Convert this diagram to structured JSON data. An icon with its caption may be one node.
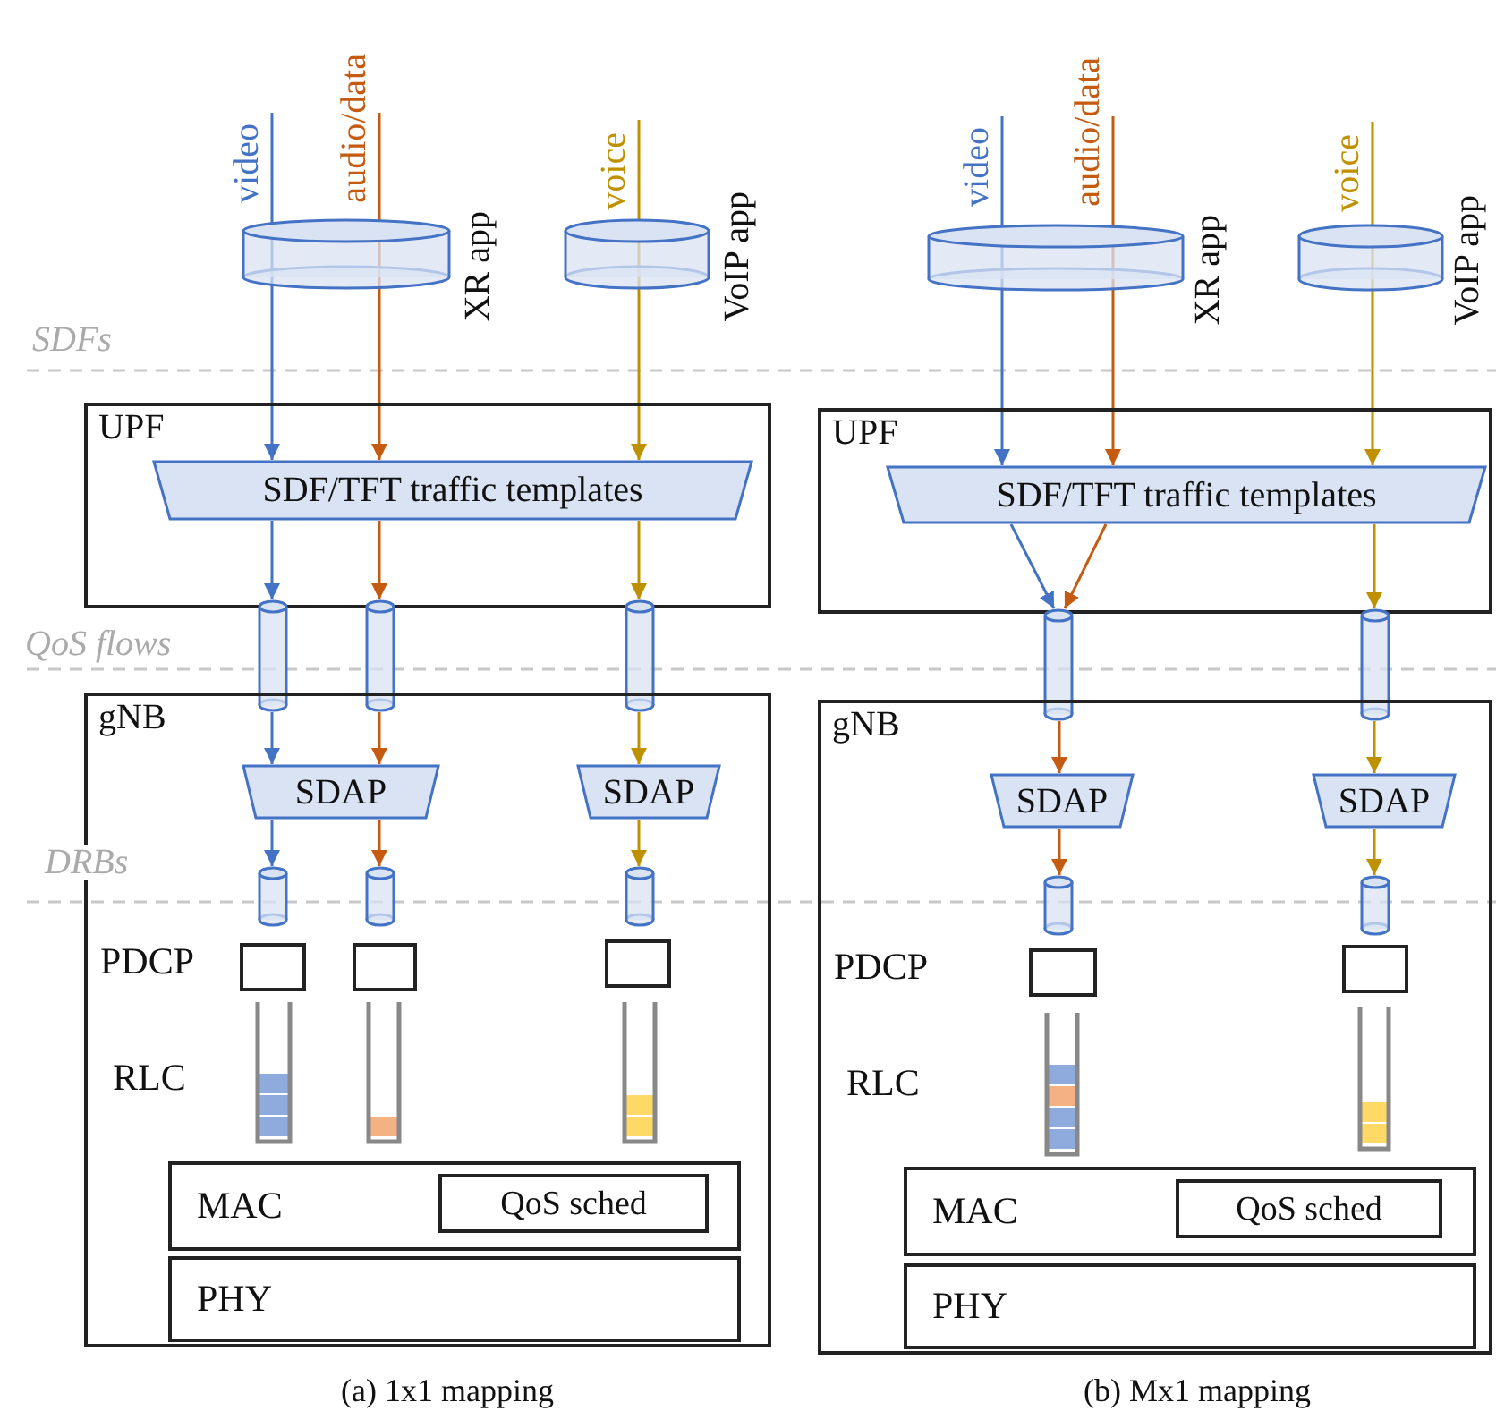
{
  "diagram": {
    "nodes": [
      {
        "text": [],
        "shape": "cylinder",
        "beside": [
          "XR app"
        ]
      },
      {
        "text": [],
        "shape": "cylinder",
        "beside": [
          "VoIP app"
        ]
      },
      {
        "text": [
          "UPF"
        ]
      },
      {
        "text": [
          "SDF/TFT traffic templates"
        ],
        "in": 2
      },
      {
        "text": [],
        "shape": "cylinder"
      },
      {
        "text": [],
        "shape": "cylinder"
      },
      {
        "text": [],
        "shape": "cylinder"
      },
      {
        "text": [
          "gNB"
        ]
      },
      {
        "text": [
          "SDAP"
        ],
        "in": 7
      },
      {
        "text": [
          "SDAP"
        ],
        "in": 7
      },
      {
        "text": [],
        "shape": "cylinder",
        "in": 7
      },
      {
        "text": [],
        "shape": "cylinder",
        "in": 7
      },
      {
        "text": [],
        "shape": "cylinder",
        "in": 7
      },
      {
        "text": [],
        "shape": "box",
        "in": 7
      },
      {
        "text": [],
        "shape": "box",
        "in": 7
      },
      {
        "text": [],
        "shape": "box",
        "in": 7
      },
      {
        "text": [],
        "shape": "queue",
        "in": 7
      },
      {
        "text": [],
        "shape": "queue",
        "in": 7
      },
      {
        "text": [],
        "shape": "queue",
        "in": 7
      },
      {
        "text": [
          "MAC"
        ],
        "in": 7
      },
      {
        "text": [
          "QoS sched"
        ],
        "in": 19
      },
      {
        "text": [
          "PHY"
        ],
        "in": 7
      },
      {
        "text": [],
        "shape": "cylinder",
        "beside": [
          "XR app"
        ]
      },
      {
        "text": [],
        "shape": "cylinder",
        "beside": [
          "VoIP app"
        ]
      },
      {
        "text": [
          "UPF"
        ]
      },
      {
        "text": [
          "SDF/TFT traffic templates"
        ],
        "in": 24
      },
      {
        "text": [],
        "shape": "cylinder"
      },
      {
        "text": [],
        "shape": "cylinder"
      },
      {
        "text": [
          "gNB"
        ]
      },
      {
        "text": [
          "SDAP"
        ],
        "in": 28
      },
      {
        "text": [
          "SDAP"
        ],
        "in": 28
      },
      {
        "text": [],
        "shape": "cylinder",
        "in": 28
      },
      {
        "text": [],
        "shape": "cylinder",
        "in": 28
      },
      {
        "text": [],
        "shape": "box",
        "in": 28
      },
      {
        "text": [],
        "shape": "box",
        "in": 28
      },
      {
        "text": [],
        "shape": "queue",
        "in": 28
      },
      {
        "text": [],
        "shape": "queue",
        "in": 28
      },
      {
        "text": [
          "MAC"
        ],
        "in": 28
      },
      {
        "text": [
          "QoS sched"
        ],
        "in": 37
      },
      {
        "text": [
          "PHY"
        ],
        "in": 28
      }
    ],
    "edges": [
      {
        "from": null,
        "to": 3,
        "arrow": "to",
        "label": "video",
        "color": "#4472c4"
      },
      {
        "from": null,
        "to": 3,
        "arrow": "to",
        "label": "audio/data",
        "color": "#c55a11"
      },
      {
        "from": null,
        "to": 3,
        "arrow": "to",
        "label": "voice",
        "color": "#bf9000"
      },
      {
        "from": 3,
        "to": 4,
        "arrow": "to",
        "color": "#4472c4"
      },
      {
        "from": 3,
        "to": 5,
        "arrow": "to",
        "color": "#c55a11"
      },
      {
        "from": 3,
        "to": 6,
        "arrow": "to",
        "color": "#bf9000"
      },
      {
        "from": 4,
        "to": 8,
        "arrow": "to",
        "color": "#4472c4"
      },
      {
        "from": 5,
        "to": 8,
        "arrow": "to",
        "color": "#c55a11"
      },
      {
        "from": 6,
        "to": 9,
        "arrow": "to",
        "color": "#bf9000"
      },
      {
        "from": 8,
        "to": 10,
        "arrow": "to",
        "color": "#4472c4"
      },
      {
        "from": 8,
        "to": 11,
        "arrow": "to",
        "color": "#c55a11"
      },
      {
        "from": 9,
        "to": 12,
        "arrow": "to",
        "color": "#bf9000"
      },
      {
        "from": null,
        "to": 25,
        "arrow": "to",
        "label": "video",
        "color": "#4472c4"
      },
      {
        "from": null,
        "to": 25,
        "arrow": "to",
        "label": "audio/data",
        "color": "#c55a11"
      },
      {
        "from": null,
        "to": 25,
        "arrow": "to",
        "label": "voice",
        "color": "#bf9000"
      },
      {
        "from": 25,
        "to": 26,
        "arrow": "to",
        "color": "#4472c4"
      },
      {
        "from": 25,
        "to": 26,
        "arrow": "to",
        "color": "#c55a11"
      },
      {
        "from": 25,
        "to": 27,
        "arrow": "to",
        "color": "#bf9000"
      },
      {
        "from": 26,
        "to": 29,
        "arrow": "to",
        "color": "#c55a11"
      },
      {
        "from": 27,
        "to": 30,
        "arrow": "to",
        "color": "#bf9000"
      },
      {
        "from": 29,
        "to": 31,
        "arrow": "to",
        "color": "#c55a11"
      },
      {
        "from": 30,
        "to": 32,
        "arrow": "to",
        "color": "#bf9000"
      }
    ],
    "labels": [
      "SDFs",
      "QoS flows",
      "DRBs",
      "PDCP",
      "RLC",
      "PDCP",
      "RLC",
      "(a) 1x1 mapping",
      "(b) Mx1 mapping"
    ]
  }
}
